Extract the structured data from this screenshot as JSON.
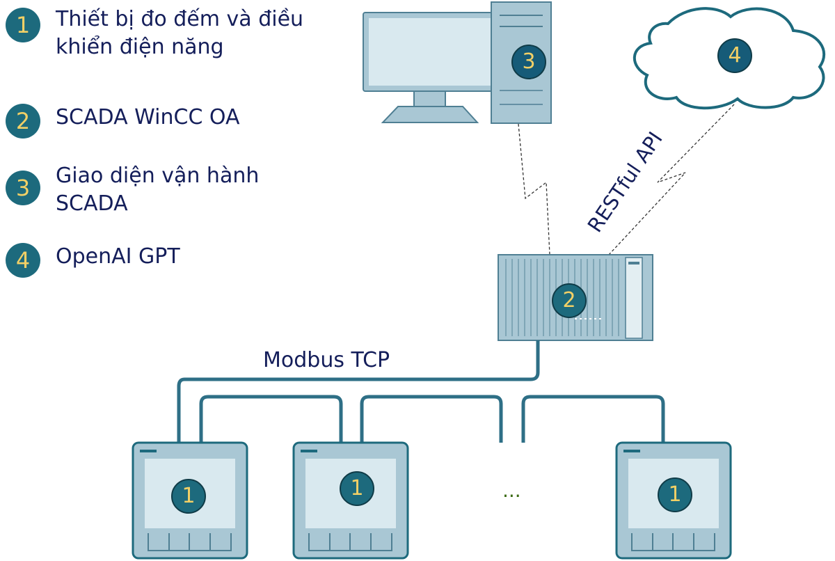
{
  "legend": [
    {
      "number": "1",
      "lines": [
        "Thiết bị đo đếm và điều",
        "khiển điện năng"
      ]
    },
    {
      "number": "2",
      "lines": [
        "SCADA WinCC OA"
      ]
    },
    {
      "number": "3",
      "lines": [
        "Giao diện vận hành",
        "SCADA"
      ]
    },
    {
      "number": "4",
      "lines": [
        "OpenAI GPT"
      ]
    }
  ],
  "diagram": {
    "pc_badge": "3",
    "cloud_badge": "4",
    "server_badge": "2",
    "meter_badges": [
      "1",
      "1",
      "1"
    ],
    "ellipsis": "...",
    "modbus_label": "Modbus TCP",
    "api_label": "RESTful API"
  },
  "colors": {
    "badge_fill": "#1d6a7d",
    "badge_number": "#f2d066",
    "text": "#141e5a",
    "device_body": "#a9c7d4",
    "device_screen": "#d9e9ef",
    "line": "#2e6f86"
  }
}
